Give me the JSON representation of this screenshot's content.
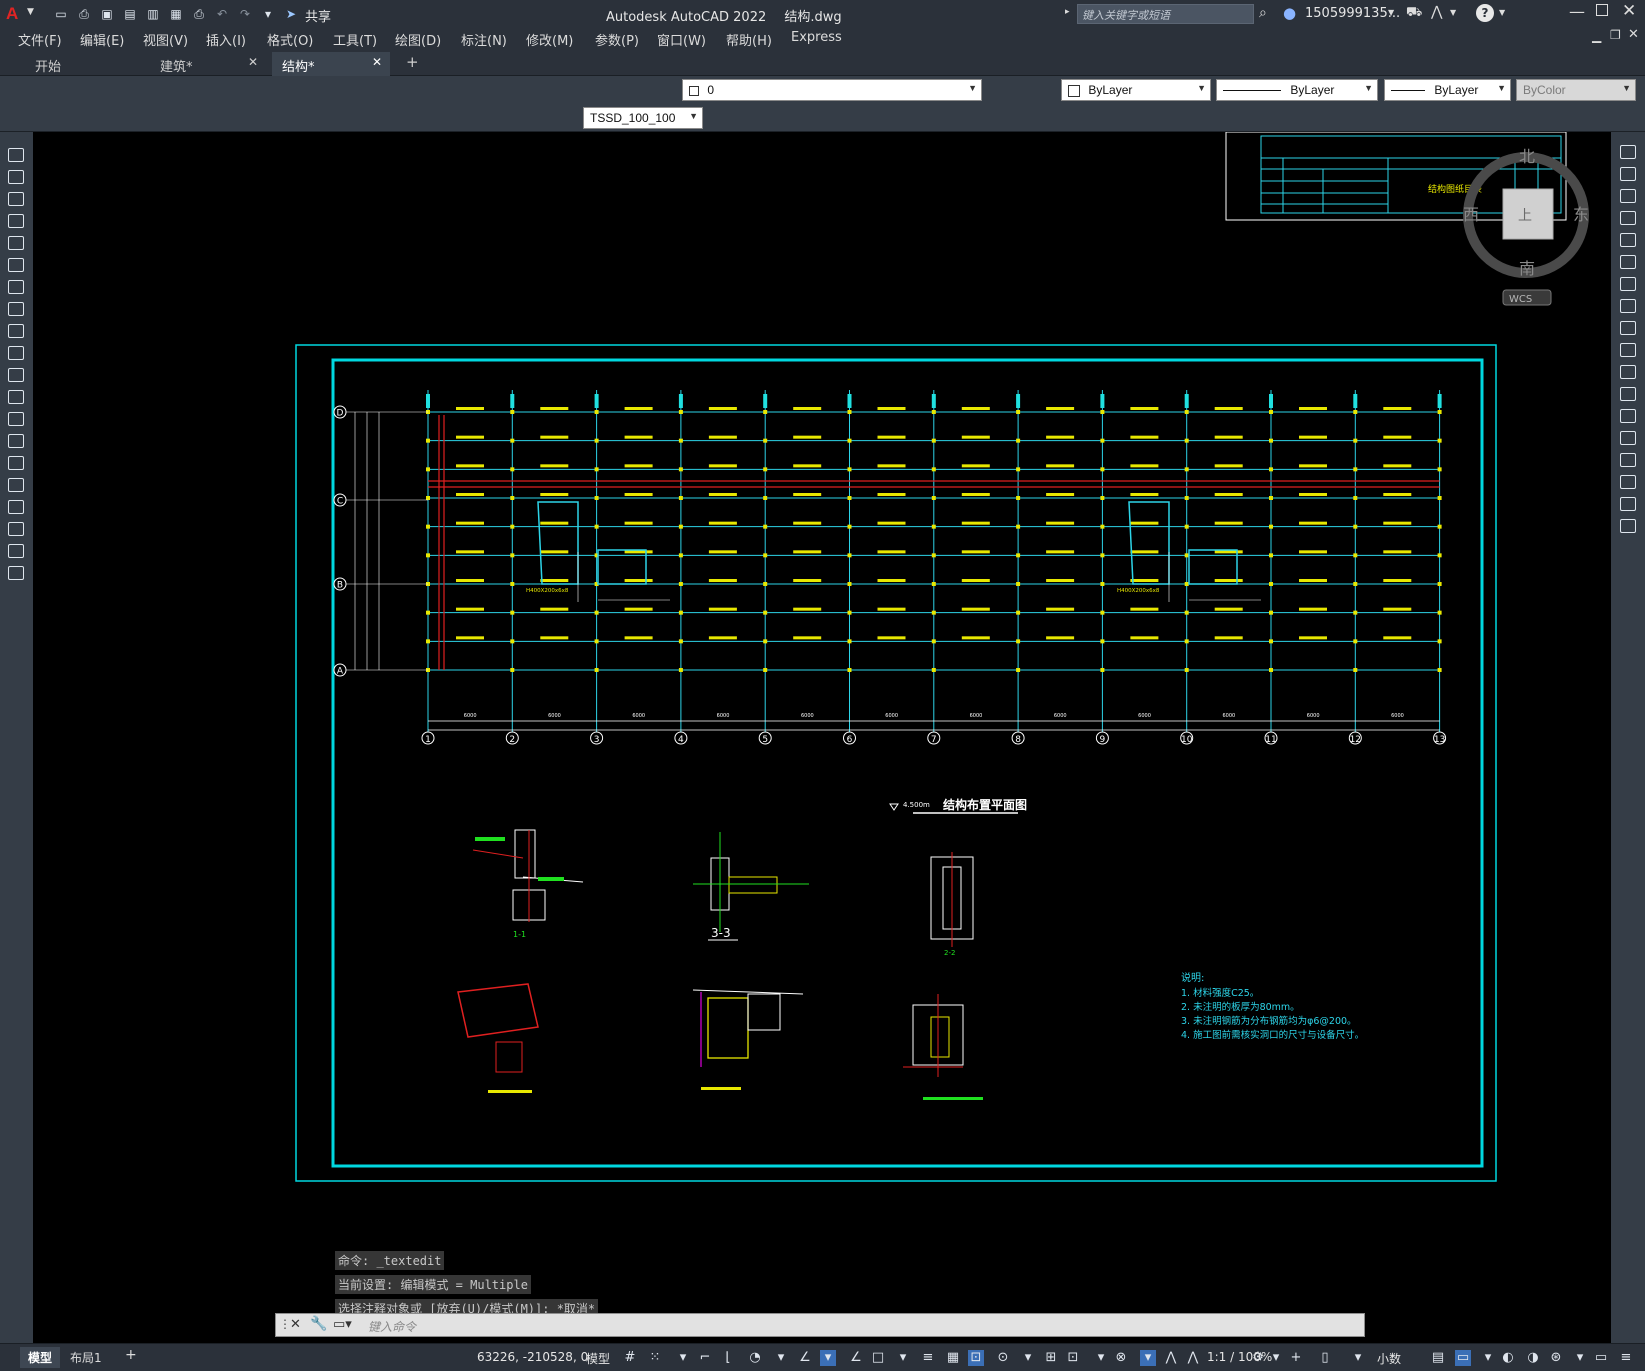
{
  "app": {
    "title": "Autodesk AutoCAD 2022",
    "filename": "结构.dwg",
    "share_label": "共享",
    "search_placeholder": "键入关键字或短语",
    "user": "1505999135...",
    "help": "?"
  },
  "menu": [
    "文件(F)",
    "编辑(E)",
    "视图(V)",
    "插入(I)",
    "格式(O)",
    "工具(T)",
    "绘图(D)",
    "标注(N)",
    "修改(M)",
    "参数(P)",
    "窗口(W)",
    "帮助(H)",
    "Express"
  ],
  "tabs": [
    {
      "label": "开始"
    },
    {
      "label": "建筑*"
    },
    {
      "label": "结构*"
    }
  ],
  "toolbar": {
    "layer_value": "0",
    "color_value": "ByLayer",
    "linetype_value": "ByLayer",
    "lineweight_value": "ByLayer",
    "plotstyle_value": "ByColor",
    "dimstyle_value": "TSSD_100_100"
  },
  "viewcube": {
    "north": "北",
    "south": "南",
    "east": "东",
    "west": "西",
    "face": "上",
    "wcs": "WCS"
  },
  "drawing": {
    "plan_title": "结构布置平面图",
    "elevation_mark": "4.500m",
    "axis_numbers": [
      "1",
      "2",
      "3",
      "4",
      "5",
      "6",
      "7",
      "8",
      "9",
      "10",
      "11",
      "12",
      "13"
    ],
    "axis_letters": [
      "D",
      "C",
      "B",
      "A"
    ],
    "section_labels": [
      "1-1",
      "3-3",
      "2-2"
    ],
    "notes_heading": "说明:",
    "notes": [
      "1. 材料强度C25。",
      "2. 未注明的板厚为80mm。",
      "3. 未注明钢筋为分布钢筋均为φ6@200。",
      "4. 施工图前需核实洞口的尺寸与设备尺寸。"
    ],
    "titleblock_text": "结构图纸目录",
    "beam_label": "H400X200x6x8"
  },
  "command": {
    "history": [
      "命令: _textedit",
      "当前设置: 编辑模式 = Multiple",
      "选择注释对象或 [放弃(U)/模式(M)]: *取消*"
    ],
    "placeholder": "键入命令"
  },
  "layout_tabs": [
    "模型",
    "布局1"
  ],
  "status": {
    "coords": "63226, -210528, 0",
    "space": "模型",
    "scale": "1:1 / 100%",
    "units": "小数"
  },
  "colors": {
    "canvas": "#000000",
    "border": "#00d8e0",
    "grid_line": "#2dd4e8",
    "red_line": "#e02020",
    "label_yellow": "#e8e800",
    "label_green": "#20e020"
  }
}
